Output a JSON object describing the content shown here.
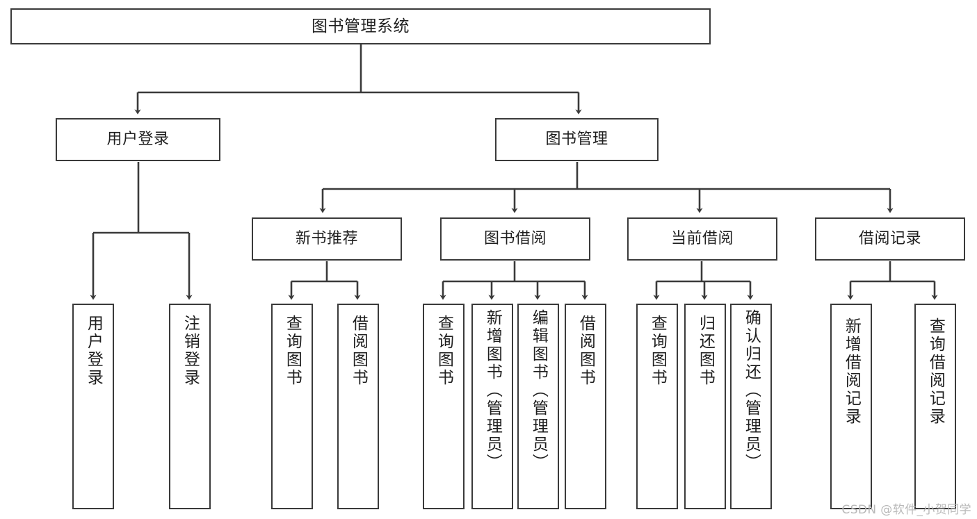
{
  "diagram": {
    "type": "tree-hierarchy",
    "title": "图书管理系统",
    "watermark": "CSDN @软件_小贺同学",
    "colors": {
      "box_fill": "#ffffff",
      "box_stroke": "#3a3a3a",
      "edge_stroke": "#3a3a3a",
      "text": "#1f1f1f",
      "watermark": "#b9b9b9",
      "background": "#ffffff"
    },
    "levels": {
      "root": "图书管理系统",
      "level2": [
        "用户登录",
        "图书管理"
      ],
      "level3": [
        "新书推荐",
        "图书借阅",
        "当前借阅",
        "借阅记录"
      ]
    },
    "nodes": {
      "root": {
        "label": "图书管理系统"
      },
      "user_login": {
        "label": "用户登录"
      },
      "book_manage": {
        "label": "图书管理"
      },
      "new_book_rec": {
        "label": "新书推荐"
      },
      "book_borrow": {
        "label": "图书借阅"
      },
      "current_borrow": {
        "label": "当前借阅"
      },
      "borrow_record": {
        "label": "借阅记录"
      }
    },
    "leaves": {
      "user_login": [
        {
          "label": "用户登录"
        },
        {
          "label": "注销登录"
        }
      ],
      "new_book_rec": [
        {
          "label": "查询图书"
        },
        {
          "label": "借阅图书"
        }
      ],
      "book_borrow": [
        {
          "label": "查询图书"
        },
        {
          "label": "新增图书（管理员）"
        },
        {
          "label": "编辑图书（管理员）"
        },
        {
          "label": "借阅图书"
        }
      ],
      "current_borrow": [
        {
          "label": "查询图书"
        },
        {
          "label": "归还图书"
        },
        {
          "label": "确认归还（管理员）"
        }
      ],
      "borrow_record": [
        {
          "label": "新增借阅记录"
        },
        {
          "label": "查询借阅记录"
        }
      ]
    }
  },
  "chart_data": {
    "type": "table",
    "title": "图书管理系统",
    "categories": [
      "图书管理系统"
    ],
    "values": [],
    "xlabel": "",
    "ylabel": "",
    "tree": [
      {
        "label": "图书管理系统",
        "children": [
          {
            "label": "用户登录",
            "children": [
              {
                "label": "用户登录"
              },
              {
                "label": "注销登录"
              }
            ]
          },
          {
            "label": "图书管理",
            "children": [
              {
                "label": "新书推荐",
                "children": [
                  {
                    "label": "查询图书"
                  },
                  {
                    "label": "借阅图书"
                  }
                ]
              },
              {
                "label": "图书借阅",
                "children": [
                  {
                    "label": "查询图书"
                  },
                  {
                    "label": "新增图书（管理员）"
                  },
                  {
                    "label": "编辑图书（管理员）"
                  },
                  {
                    "label": "借阅图书"
                  }
                ]
              },
              {
                "label": "当前借阅",
                "children": [
                  {
                    "label": "查询图书"
                  },
                  {
                    "label": "归还图书"
                  },
                  {
                    "label": "确认归还（管理员）"
                  }
                ]
              },
              {
                "label": "借阅记录",
                "children": [
                  {
                    "label": "新增借阅记录"
                  },
                  {
                    "label": "查询借阅记录"
                  }
                ]
              }
            ]
          }
        ]
      }
    ]
  }
}
